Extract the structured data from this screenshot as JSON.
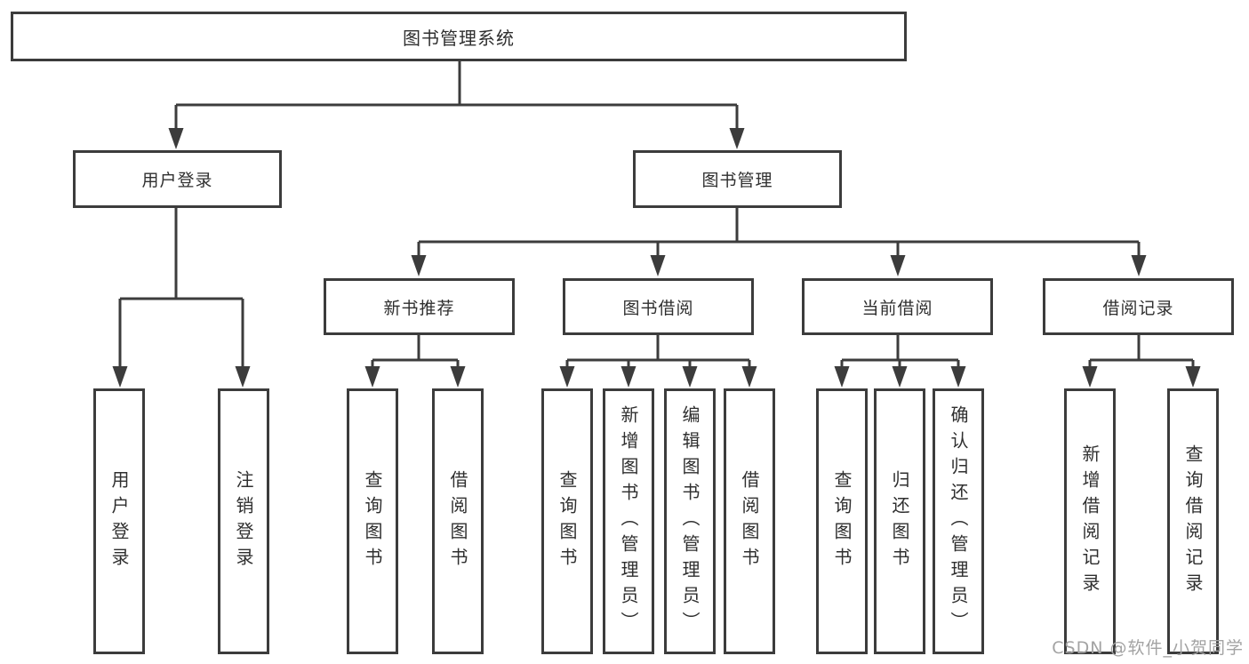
{
  "diagram": {
    "title": "图书管理系统",
    "root": {
      "label": "图书管理系统"
    },
    "level2": [
      {
        "label": "用户登录"
      },
      {
        "label": "图书管理"
      }
    ],
    "level3": [
      {
        "label": "新书推荐"
      },
      {
        "label": "图书借阅"
      },
      {
        "label": "当前借阅"
      },
      {
        "label": "借阅记录"
      }
    ],
    "leaves": {
      "user_login": [
        "用户登录",
        "注销登录"
      ],
      "new_book_recommendation": [
        "查询图书",
        "借阅图书"
      ],
      "book_borrowing": [
        "查询图书",
        "新增图书（管理员）",
        "编辑图书（管理员）",
        "借阅图书"
      ],
      "current_borrowing": [
        "查询图书",
        "归还图书",
        "确认归还（管理员）"
      ],
      "borrowing_records": [
        "新增借阅记录",
        "查询借阅记录"
      ]
    }
  },
  "watermark": "CSDN @软件_小贺同学",
  "colors": {
    "line": "#3c3c3c",
    "text": "#2f2f2f",
    "watermark": "#a3a3a3",
    "background": "#ffffff"
  }
}
